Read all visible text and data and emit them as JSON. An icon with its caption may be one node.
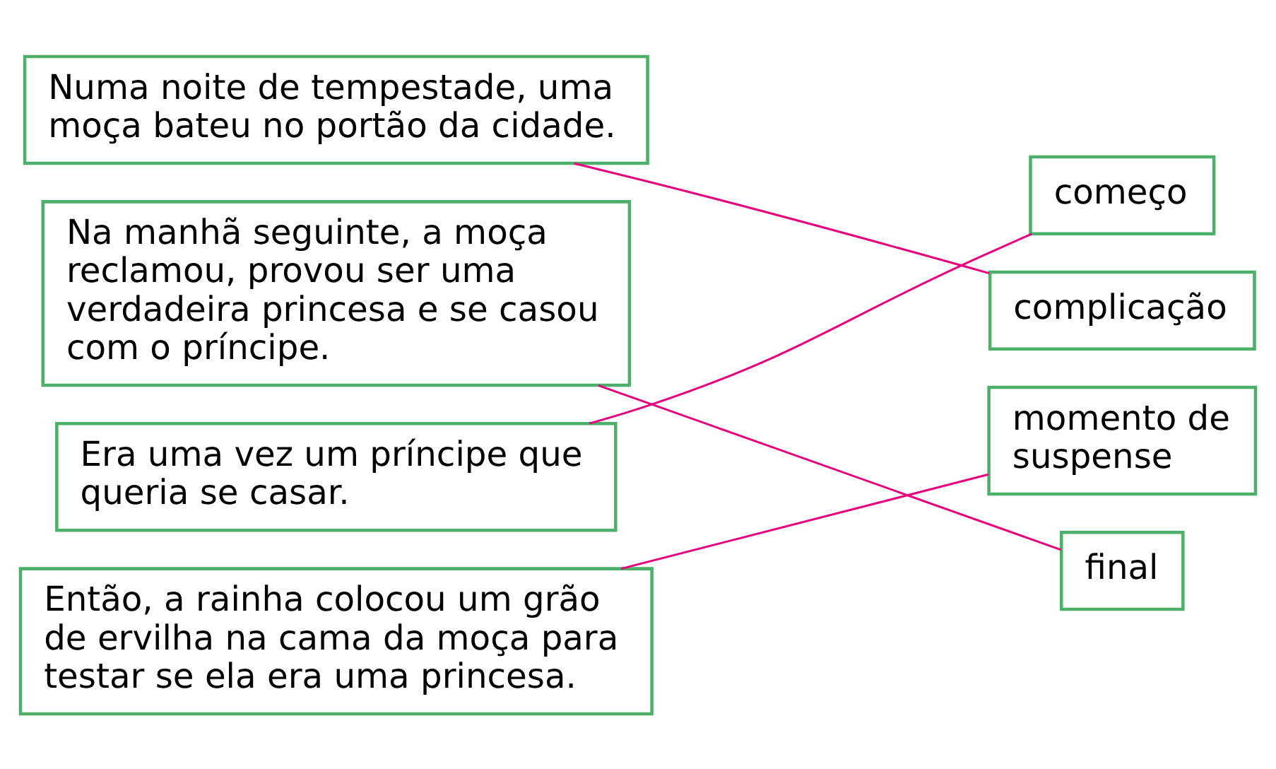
{
  "diagram": {
    "nodes": [
      {
        "text": [
          "Numa noite de tempestade, uma moça bateu no portão da cidade."
        ]
      },
      {
        "text": [
          "Na manhã seguinte, a moça reclamou, provou ser uma verdadeira princesa e se casou com o príncipe."
        ]
      },
      {
        "text": [
          "Era uma vez um príncipe que queria se casar."
        ]
      },
      {
        "text": [
          "Então, a rainha colocou um grão de ervilha na cama da moça para testar se ela era uma princesa."
        ]
      },
      {
        "text": [
          "começo"
        ]
      },
      {
        "text": [
          "complicação"
        ]
      },
      {
        "text": [
          "momento de suspense"
        ]
      },
      {
        "text": [
          "final"
        ]
      }
    ],
    "edges": [
      {
        "from": 0,
        "to": 5,
        "arrow": "none"
      },
      {
        "from": 1,
        "to": 7,
        "arrow": "none"
      },
      {
        "from": 2,
        "to": 4,
        "arrow": "none"
      },
      {
        "from": 3,
        "to": 6,
        "arrow": "none"
      }
    ]
  }
}
